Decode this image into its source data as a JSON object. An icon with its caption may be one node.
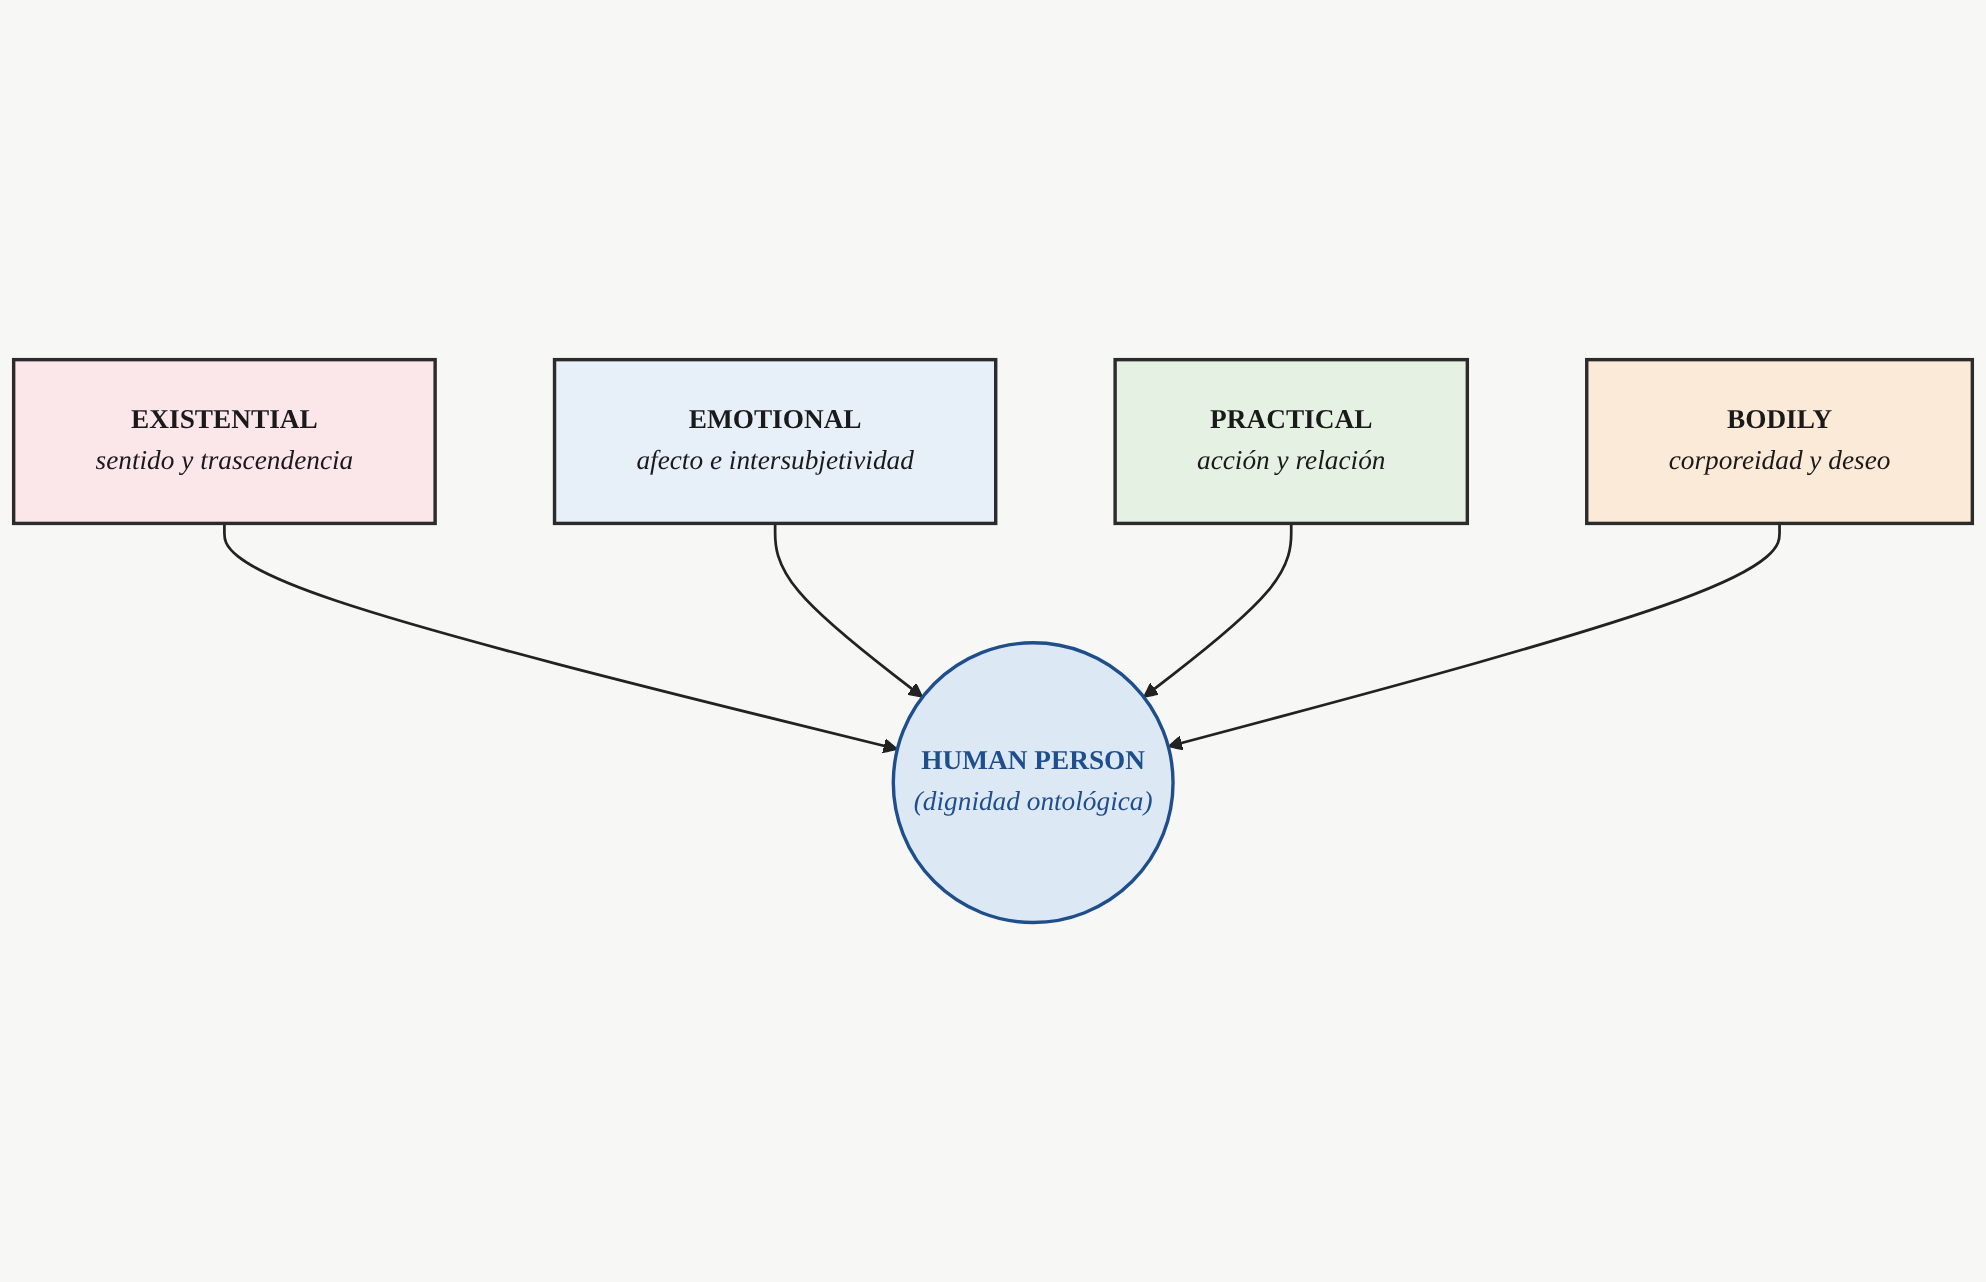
{
  "diagram": {
    "nodes": [
      {
        "text": [
          "EXISTENTIAL",
          "sentido y trascendencia"
        ]
      },
      {
        "text": [
          "EMOTIONAL",
          "afecto e intersubjetividad"
        ]
      },
      {
        "text": [
          "HUMAN PERSON",
          "(dignidad ontológica)"
        ]
      },
      {
        "text": [
          "PRACTICAL",
          "acción y relación"
        ]
      },
      {
        "text": [
          "BODILY",
          "corporeidad y deseo"
        ]
      }
    ],
    "edges": [
      {
        "from": 0,
        "to": 2,
        "arrow": "to"
      },
      {
        "from": 1,
        "to": 2,
        "arrow": "to"
      },
      {
        "from": 3,
        "to": 2,
        "arrow": "to"
      },
      {
        "from": 4,
        "to": 2,
        "arrow": "to"
      }
    ]
  }
}
